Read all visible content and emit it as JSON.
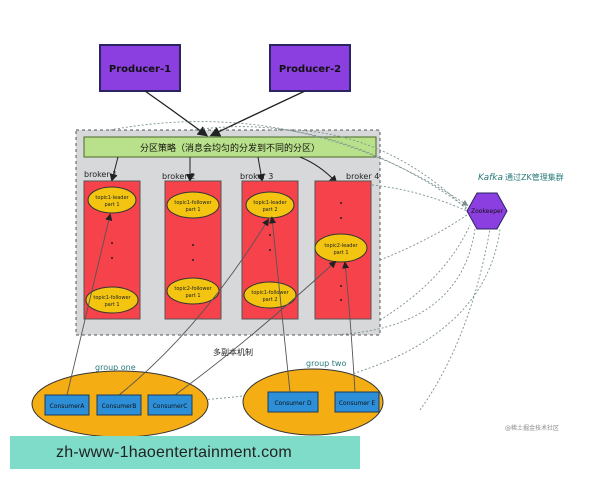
{
  "producers": [
    {
      "label": "Producer-1"
    },
    {
      "label": "Producer-2"
    }
  ],
  "strategy_label": "分区策略（消息会均匀的分发到不同的分区）",
  "brokers": [
    {
      "label": "broker 1",
      "partitions": [
        {
          "label_line1": "topic1-leader",
          "label_line2": "part 1"
        },
        {
          "label_line1": "topic1-follower",
          "label_line2": "part 1"
        }
      ]
    },
    {
      "label": "broker 2",
      "partitions": [
        {
          "label_line1": "topic1-follower",
          "label_line2": "part 1"
        },
        {
          "label_line1": "topic2-follower",
          "label_line2": "part 1"
        }
      ]
    },
    {
      "label": "broker 3",
      "partitions": [
        {
          "label_line1": "topic1-leader",
          "label_line2": "part 2"
        },
        {
          "label_line1": "topic1-follower",
          "label_line2": "part 2"
        }
      ]
    },
    {
      "label": "broker 4",
      "partitions": [
        {
          "label_line1": "topic2-leader",
          "label_line2": "part 1"
        }
      ]
    }
  ],
  "kafka_label": "Kafka",
  "zk_note": "通过ZK管理集群",
  "zookeeper_label": "Zookeeper",
  "replica_label": "多副本机制",
  "groups": [
    {
      "label": "group one",
      "consumers": [
        "ConsumerA",
        "ConsumerB",
        "ConsumerC"
      ]
    },
    {
      "label": "group two",
      "consumers": [
        "Consumer D",
        "Consumer E"
      ]
    }
  ],
  "credit": "@稀土掘金技术社区",
  "watermark": "zh-www-1haoentertainment.com",
  "colors": {
    "producer": "#8b3fe0",
    "producer_border": "#2a2560",
    "strategy": "#b9e08a",
    "broker": "#f6434b",
    "partition": "#f3c511",
    "cluster_bg": "#d6d8da",
    "consumer": "#2d8fd8",
    "group": "#f5ad14",
    "zookeeper": "#8b3fe0",
    "watermark_bg": "#7fdcc9"
  }
}
